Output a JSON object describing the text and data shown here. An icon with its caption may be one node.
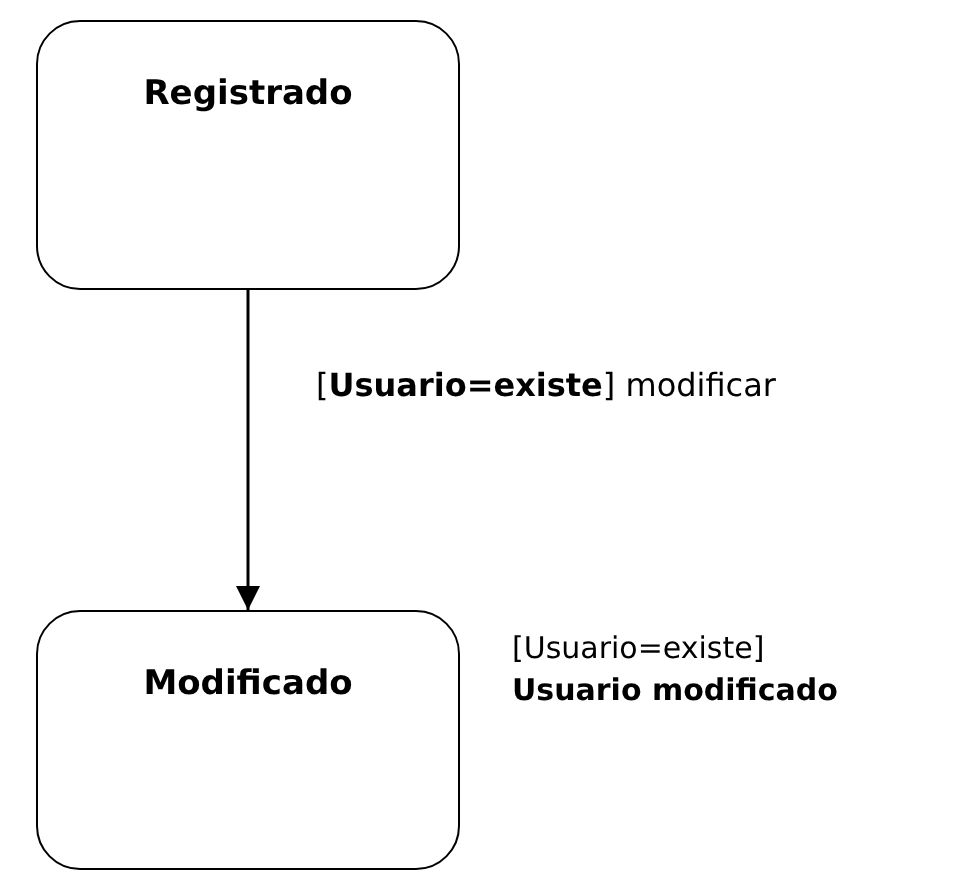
{
  "diagram": {
    "nodes": [
      {
        "text": [
          "Registrado"
        ]
      },
      {
        "text": [
          "Modificado"
        ],
        "beside": [
          "[Usuario=existe]",
          "Usuario modificado"
        ]
      }
    ],
    "edges": [
      {
        "from": 0,
        "to": 1,
        "arrow": "to",
        "label": "[**Usuario=existe**] modificar"
      }
    ]
  }
}
